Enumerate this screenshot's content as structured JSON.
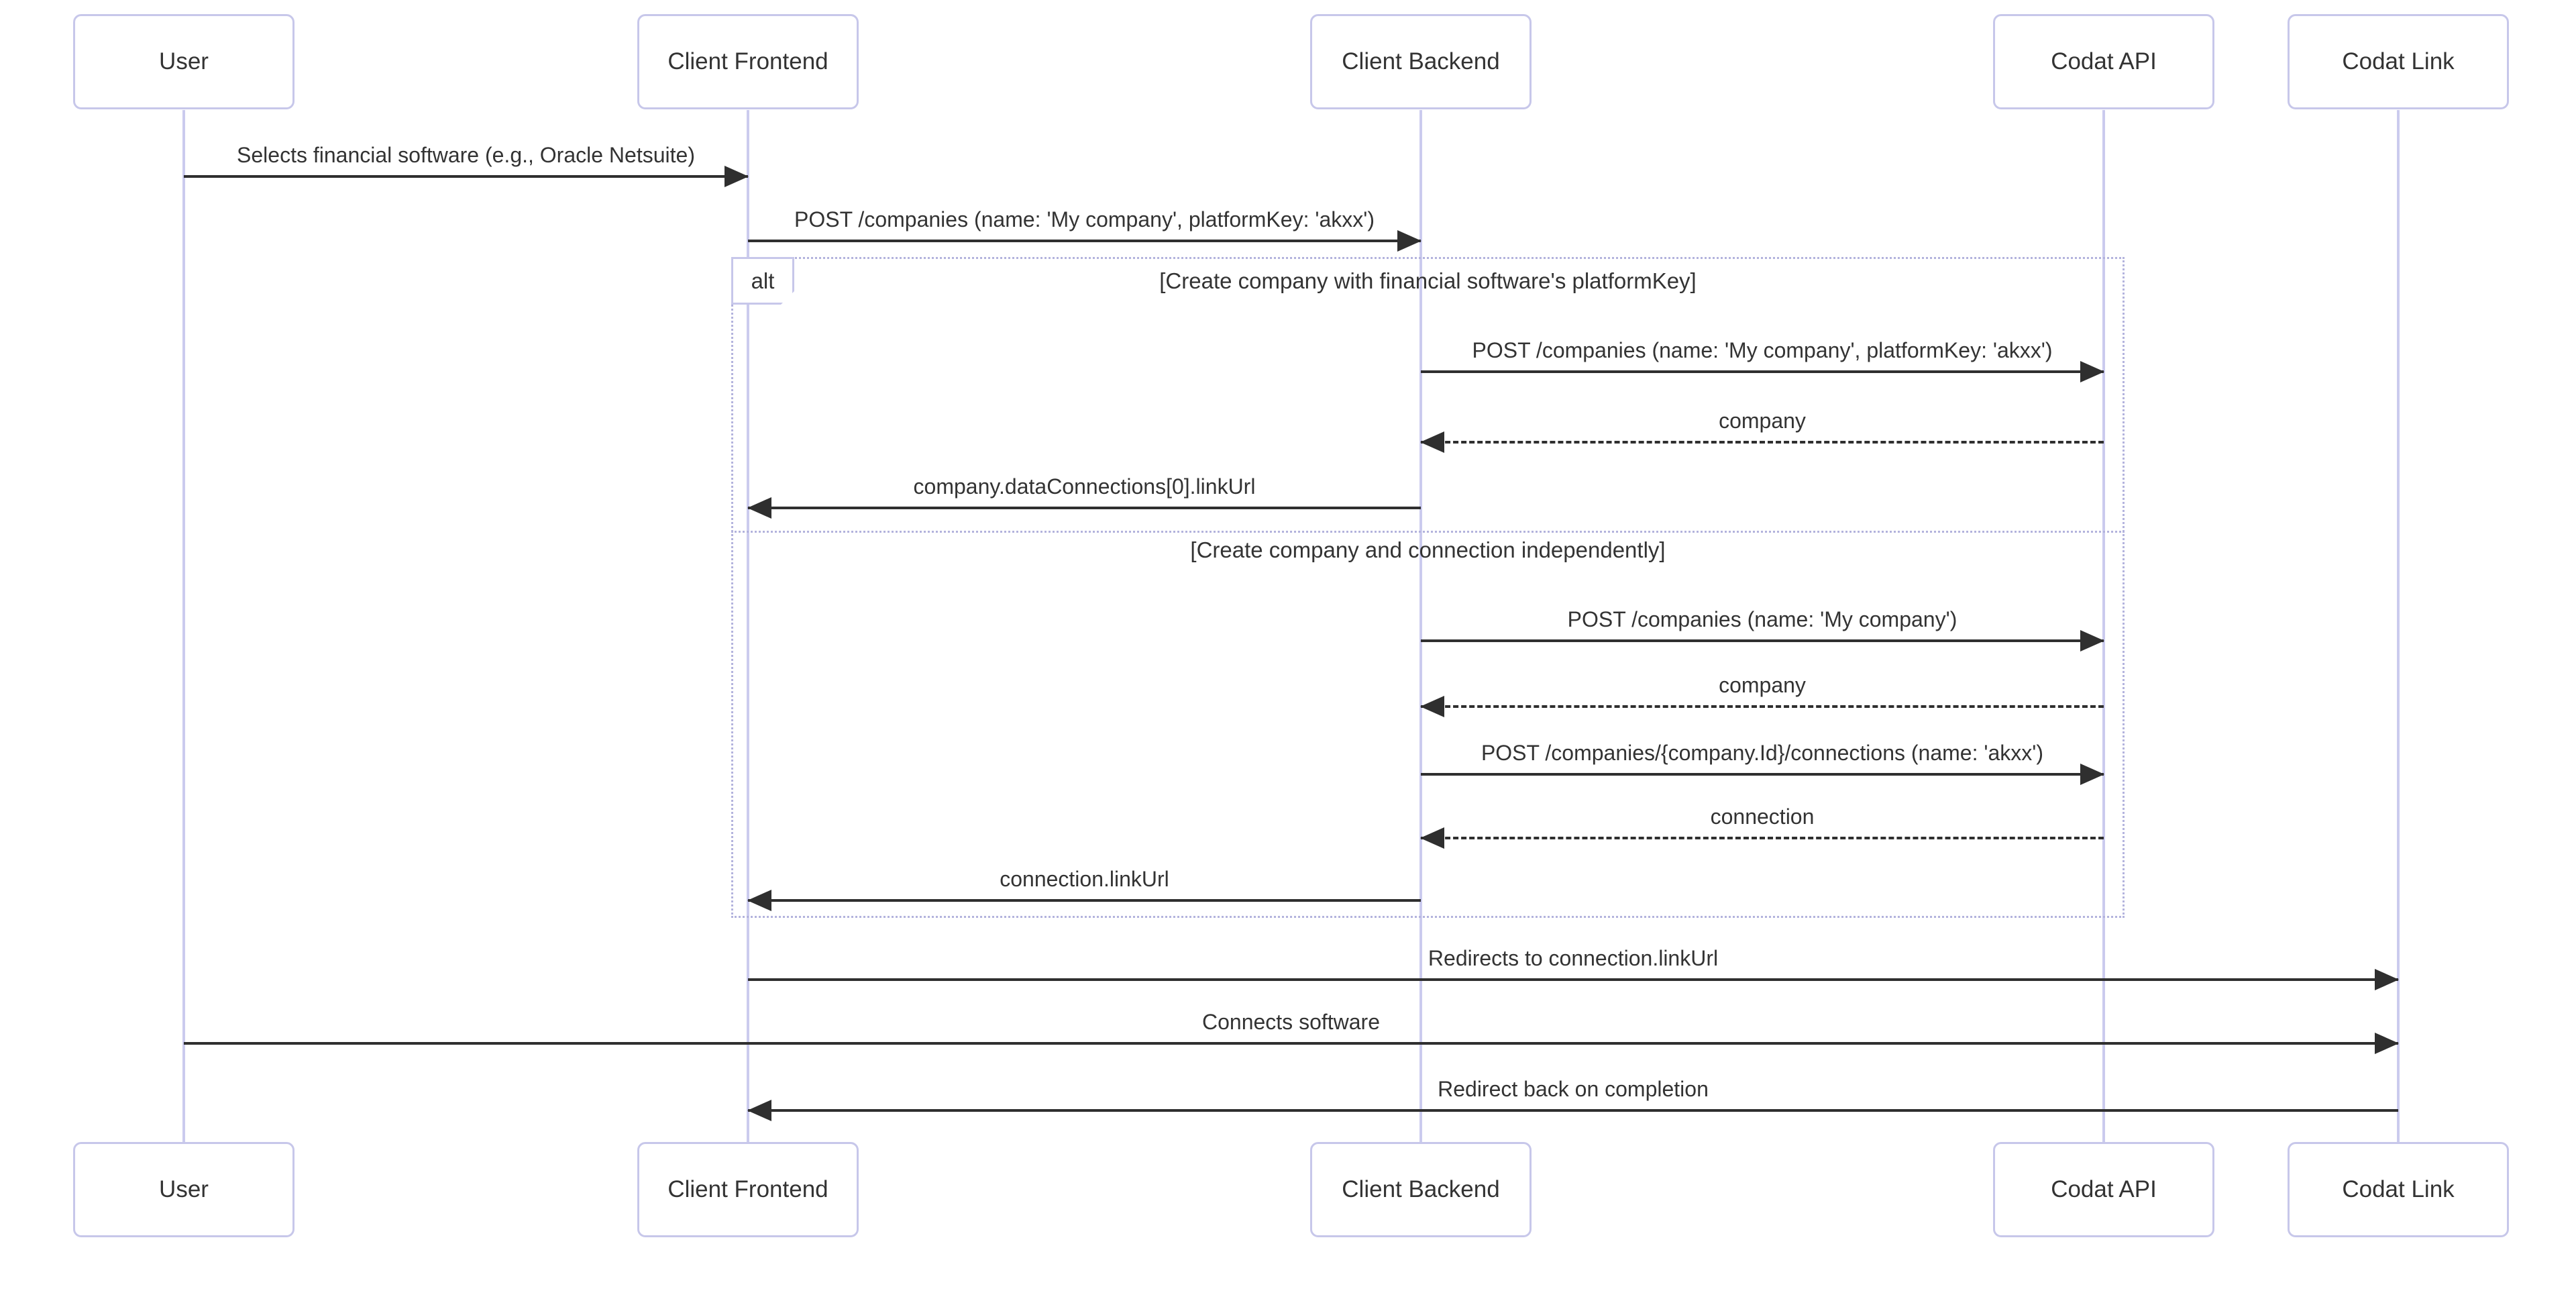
{
  "diagram_type": "sequence-diagram",
  "colors": {
    "background": "#ffffff",
    "actor_fill": "#ffffff",
    "actor_border": "#c7c7ea",
    "lifeline": "#cbcbee",
    "fragment_border": "#b3b3dd",
    "arrow": "#2f2f2f",
    "text": "#333333"
  },
  "participants": [
    {
      "id": "user",
      "label": "User"
    },
    {
      "id": "client-frontend",
      "label": "Client Frontend"
    },
    {
      "id": "client-backend",
      "label": "Client Backend"
    },
    {
      "id": "codat-api",
      "label": "Codat API"
    },
    {
      "id": "codat-link",
      "label": "Codat Link"
    }
  ],
  "fragment": {
    "operator": "alt",
    "sections": [
      {
        "condition": "[Create company with financial software's platformKey]"
      },
      {
        "condition": "[Create company and connection independently]"
      }
    ]
  },
  "messages": [
    {
      "from": "User",
      "to": "Client Frontend",
      "line": "solid",
      "label": "Selects financial software (e.g., Oracle Netsuite)"
    },
    {
      "from": "Client Frontend",
      "to": "Client Backend",
      "line": "solid",
      "label": "POST /companies (name: 'My company', platformKey: 'akxx')"
    },
    {
      "from": "Client Backend",
      "to": "Codat API",
      "line": "solid",
      "label": "POST /companies (name: 'My company', platformKey: 'akxx')"
    },
    {
      "from": "Codat API",
      "to": "Client Backend",
      "line": "dashed",
      "label": "company"
    },
    {
      "from": "Client Backend",
      "to": "Client Frontend",
      "line": "solid",
      "label": "company.dataConnections[0].linkUrl"
    },
    {
      "from": "Client Backend",
      "to": "Codat API",
      "line": "solid",
      "label": "POST /companies (name: 'My company')"
    },
    {
      "from": "Codat API",
      "to": "Client Backend",
      "line": "dashed",
      "label": "company"
    },
    {
      "from": "Client Backend",
      "to": "Codat API",
      "line": "solid",
      "label": "POST /companies/{company.Id}/connections (name: 'akxx')"
    },
    {
      "from": "Codat API",
      "to": "Client Backend",
      "line": "dashed",
      "label": "connection"
    },
    {
      "from": "Client Backend",
      "to": "Client Frontend",
      "line": "solid",
      "label": "connection.linkUrl"
    },
    {
      "from": "Client Frontend",
      "to": "Codat Link",
      "line": "solid",
      "label": "Redirects to connection.linkUrl"
    },
    {
      "from": "User",
      "to": "Codat Link",
      "line": "solid",
      "label": "Connects software"
    },
    {
      "from": "Codat Link",
      "to": "Client Frontend",
      "line": "solid",
      "label": "Redirect back on completion"
    }
  ]
}
